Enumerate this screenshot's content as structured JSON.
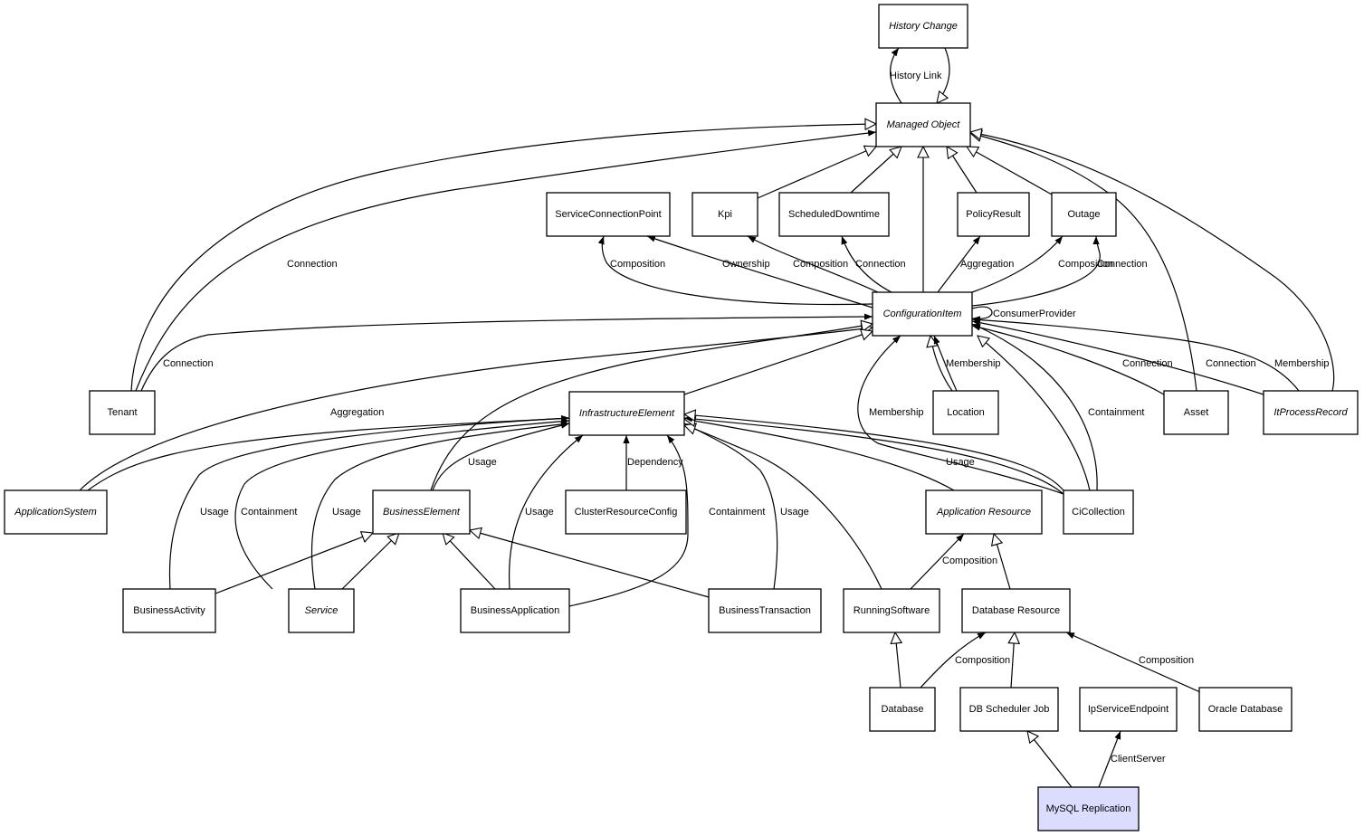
{
  "diagram": {
    "title": "CI class model",
    "highlight_color": "#dcdcff",
    "nodes": [
      {
        "id": "history_change",
        "label": "History Change",
        "abstract": true
      },
      {
        "id": "managed_object",
        "label": "Managed Object",
        "abstract": true
      },
      {
        "id": "service_connection_point",
        "label": "ServiceConnectionPoint",
        "abstract": false
      },
      {
        "id": "kpi",
        "label": "Kpi",
        "abstract": false
      },
      {
        "id": "scheduled_downtime",
        "label": "ScheduledDowntime",
        "abstract": false
      },
      {
        "id": "policy_result",
        "label": "PolicyResult",
        "abstract": false
      },
      {
        "id": "outage",
        "label": "Outage",
        "abstract": false
      },
      {
        "id": "configuration_item",
        "label": "ConfigurationItem",
        "abstract": true
      },
      {
        "id": "tenant",
        "label": "Tenant",
        "abstract": false
      },
      {
        "id": "infrastructure_element",
        "label": "InfrastructureElement",
        "abstract": true
      },
      {
        "id": "location",
        "label": "Location",
        "abstract": false
      },
      {
        "id": "asset",
        "label": "Asset",
        "abstract": false
      },
      {
        "id": "it_process_record",
        "label": "ItProcessRecord",
        "abstract": true
      },
      {
        "id": "application_system",
        "label": "ApplicationSystem",
        "abstract": true
      },
      {
        "id": "business_element",
        "label": "BusinessElement",
        "abstract": true
      },
      {
        "id": "cluster_resource_config",
        "label": "ClusterResourceConfig",
        "abstract": false
      },
      {
        "id": "application_resource",
        "label": "Application Resource",
        "abstract": true
      },
      {
        "id": "ci_collection",
        "label": "CiCollection",
        "abstract": false
      },
      {
        "id": "business_activity",
        "label": "BusinessActivity",
        "abstract": false
      },
      {
        "id": "service",
        "label": "Service",
        "abstract": true
      },
      {
        "id": "business_application",
        "label": "BusinessApplication",
        "abstract": false
      },
      {
        "id": "business_transaction",
        "label": "BusinessTransaction",
        "abstract": false
      },
      {
        "id": "running_software",
        "label": "RunningSoftware",
        "abstract": false
      },
      {
        "id": "database_resource",
        "label": "Database Resource",
        "abstract": false
      },
      {
        "id": "database",
        "label": "Database",
        "abstract": false
      },
      {
        "id": "db_scheduler_job",
        "label": "DB Scheduler Job",
        "abstract": false
      },
      {
        "id": "ip_service_endpoint",
        "label": "IpServiceEndpoint",
        "abstract": false
      },
      {
        "id": "oracle_database",
        "label": "Oracle Database",
        "abstract": false
      },
      {
        "id": "mysql_replication",
        "label": "MySQL Replication",
        "abstract": false,
        "highlight": true
      }
    ],
    "edges": [
      {
        "from": "managed_object",
        "to": "history_change",
        "label": "History Link",
        "kind": "association"
      },
      {
        "from": "history_change",
        "to": "managed_object",
        "label": "",
        "kind": "inheritance"
      },
      {
        "from": "tenant",
        "to": "managed_object",
        "label": "",
        "kind": "inheritance"
      },
      {
        "from": "tenant",
        "to": "managed_object",
        "label": "Connection",
        "kind": "association"
      },
      {
        "from": "kpi",
        "to": "managed_object",
        "label": "",
        "kind": "inheritance"
      },
      {
        "from": "scheduled_downtime",
        "to": "managed_object",
        "label": "",
        "kind": "inheritance"
      },
      {
        "from": "configuration_item",
        "to": "managed_object",
        "label": "",
        "kind": "inheritance"
      },
      {
        "from": "policy_result",
        "to": "managed_object",
        "label": "",
        "kind": "inheritance"
      },
      {
        "from": "outage",
        "to": "managed_object",
        "label": "",
        "kind": "inheritance"
      },
      {
        "from": "asset",
        "to": "managed_object",
        "label": "",
        "kind": "inheritance"
      },
      {
        "from": "it_process_record",
        "to": "managed_object",
        "label": "",
        "kind": "inheritance"
      },
      {
        "from": "configuration_item",
        "to": "service_connection_point",
        "label": "Composition",
        "kind": "association"
      },
      {
        "from": "configuration_item",
        "to": "service_connection_point",
        "label": "Ownership",
        "kind": "association"
      },
      {
        "from": "configuration_item",
        "to": "kpi",
        "label": "Composition",
        "kind": "association"
      },
      {
        "from": "configuration_item",
        "to": "scheduled_downtime",
        "label": "Connection",
        "kind": "association"
      },
      {
        "from": "configuration_item",
        "to": "policy_result",
        "label": "Aggregation",
        "kind": "association"
      },
      {
        "from": "configuration_item",
        "to": "outage",
        "label": "Composition",
        "kind": "association"
      },
      {
        "from": "configuration_item",
        "to": "outage",
        "label": "Connection",
        "kind": "association"
      },
      {
        "from": "configuration_item",
        "to": "configuration_item",
        "label": "ConsumerProvider",
        "kind": "association"
      },
      {
        "from": "tenant",
        "to": "configuration_item",
        "label": "Connection",
        "kind": "association"
      },
      {
        "from": "application_system",
        "to": "configuration_item",
        "label": "",
        "kind": "inheritance"
      },
      {
        "from": "application_system",
        "to": "infrastructure_element",
        "label": "Aggregation",
        "kind": "association"
      },
      {
        "from": "business_element",
        "to": "configuration_item",
        "label": "",
        "kind": "inheritance"
      },
      {
        "from": "infrastructure_element",
        "to": "configuration_item",
        "label": "",
        "kind": "inheritance"
      },
      {
        "from": "location",
        "to": "configuration_item",
        "label": "",
        "kind": "inheritance"
      },
      {
        "from": "location",
        "to": "configuration_item",
        "label": "Membership",
        "kind": "association"
      },
      {
        "from": "ci_collection",
        "to": "configuration_item",
        "label": "Membership",
        "kind": "association"
      },
      {
        "from": "ci_collection",
        "to": "configuration_item",
        "label": "",
        "kind": "inheritance"
      },
      {
        "from": "ci_collection",
        "to": "configuration_item",
        "label": "Containment",
        "kind": "association"
      },
      {
        "from": "asset",
        "to": "configuration_item",
        "label": "Connection",
        "kind": "association"
      },
      {
        "from": "it_process_record",
        "to": "configuration_item",
        "label": "Connection",
        "kind": "association"
      },
      {
        "from": "it_process_record",
        "to": "configuration_item",
        "label": "Membership",
        "kind": "association"
      },
      {
        "from": "business_activity",
        "to": "infrastructure_element",
        "label": "Usage",
        "kind": "association"
      },
      {
        "from": "service",
        "to": "infrastructure_element",
        "label": "Containment",
        "kind": "association"
      },
      {
        "from": "service",
        "to": "infrastructure_element",
        "label": "Usage",
        "kind": "association"
      },
      {
        "from": "business_element",
        "to": "infrastructure_element",
        "label": "Usage",
        "kind": "association"
      },
      {
        "from": "business_application",
        "to": "infrastructure_element",
        "label": "Usage",
        "kind": "association"
      },
      {
        "from": "cluster_resource_config",
        "to": "infrastructure_element",
        "label": "Dependency",
        "kind": "association"
      },
      {
        "from": "business_application",
        "to": "infrastructure_element",
        "label": "Containment",
        "kind": "association"
      },
      {
        "from": "business_transaction",
        "to": "infrastructure_element",
        "label": "Usage",
        "kind": "association"
      },
      {
        "from": "running_software",
        "to": "infrastructure_element",
        "label": "",
        "kind": "inheritance"
      },
      {
        "from": "application_resource",
        "to": "infrastructure_element",
        "label": "",
        "kind": "inheritance"
      },
      {
        "from": "ci_collection",
        "to": "infrastructure_element",
        "label": "Usage",
        "kind": "association"
      },
      {
        "from": "ci_collection",
        "to": "infrastructure_element",
        "label": "",
        "kind": "inheritance"
      },
      {
        "from": "business_activity",
        "to": "business_element",
        "label": "",
        "kind": "inheritance"
      },
      {
        "from": "service",
        "to": "business_element",
        "label": "",
        "kind": "inheritance"
      },
      {
        "from": "business_application",
        "to": "business_element",
        "label": "",
        "kind": "inheritance"
      },
      {
        "from": "business_transaction",
        "to": "business_element",
        "label": "",
        "kind": "inheritance"
      },
      {
        "from": "running_software",
        "to": "application_resource",
        "label": "Composition",
        "kind": "association"
      },
      {
        "from": "database_resource",
        "to": "application_resource",
        "label": "",
        "kind": "inheritance"
      },
      {
        "from": "database",
        "to": "running_software",
        "label": "",
        "kind": "inheritance"
      },
      {
        "from": "database",
        "to": "database_resource",
        "label": "Composition",
        "kind": "association"
      },
      {
        "from": "db_scheduler_job",
        "to": "database_resource",
        "label": "",
        "kind": "inheritance"
      },
      {
        "from": "oracle_database",
        "to": "database_resource",
        "label": "Composition",
        "kind": "association"
      },
      {
        "from": "mysql_replication",
        "to": "db_scheduler_job",
        "label": "",
        "kind": "inheritance"
      },
      {
        "from": "mysql_replication",
        "to": "ip_service_endpoint",
        "label": "ClientServer",
        "kind": "association"
      }
    ]
  }
}
